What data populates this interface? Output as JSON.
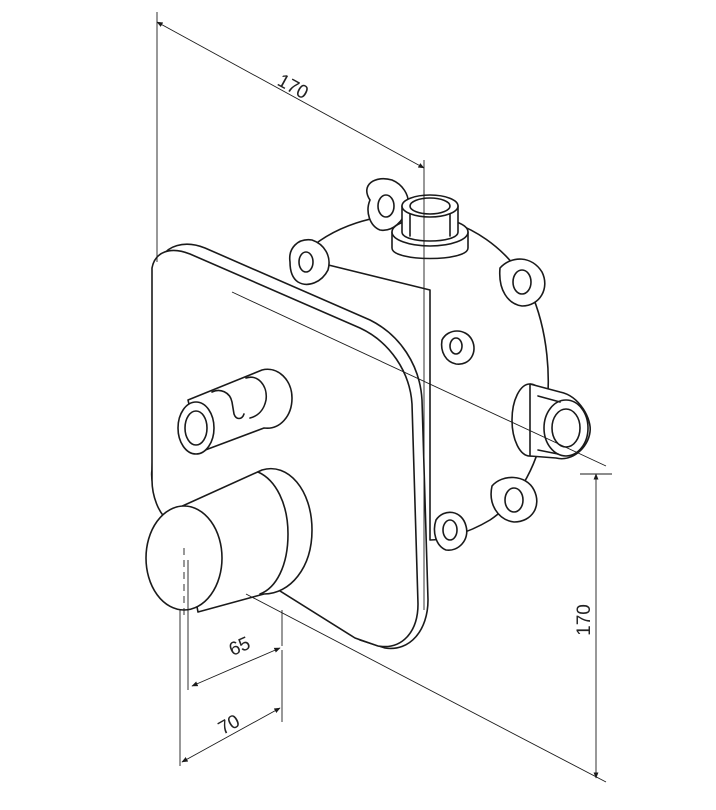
{
  "dimensions": {
    "top_width": "170",
    "right_height": "170",
    "lever_depth": "65",
    "knob_depth": "70"
  },
  "colors": {
    "line": "#1a1a1a",
    "background": "#ffffff"
  }
}
